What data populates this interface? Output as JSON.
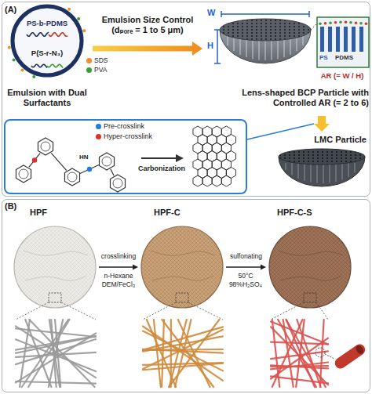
{
  "diagram": {
    "nodes": [
      {
        "text": [
          "PS-b-PDMS",
          "P(S-r-N₃)",
          "Emulsion with Dual Surfactants"
        ]
      },
      {
        "text": [
          "Lens-shaped BCP Particle with Controlled AR (= 2 to 6)"
        ]
      },
      {
        "text": [
          "Carbonization"
        ]
      },
      {
        "text": [
          "LMC Particle"
        ]
      },
      {
        "text": [
          "HPF"
        ]
      },
      {
        "text": [
          "HPF-C"
        ]
      },
      {
        "text": [
          "HPF-C-S"
        ]
      }
    ],
    "edges": [
      {
        "from": 0,
        "to": 1,
        "arrow": "to",
        "label": "Emulsion Size Control (dₚₒᵣₑ = 1 to 5 μm)"
      },
      {
        "from": 1,
        "to": 3,
        "arrow": "to"
      },
      {
        "from": 4,
        "to": 5,
        "arrow": "to",
        "label": "crosslinking"
      },
      {
        "from": 5,
        "to": 6,
        "arrow": "to",
        "label": "sulfonating"
      }
    ],
    "labels": [
      "(A)",
      "W",
      "H",
      "PS",
      "PDMS",
      "AR (= W / H)",
      "HN",
      "(B)",
      "n-Hexane",
      "DEM/FeCl₃",
      "50°C",
      "98%H₂SO₄"
    ],
    "legend": [
      {
        "text": "SDS",
        "color": "#f28c28"
      },
      {
        "text": "PVA",
        "color": "#3a9d3a"
      },
      {
        "text": "Pre-crosslink",
        "color": "#1e7be0"
      },
      {
        "text": "Hyper-crosslink",
        "color": "#e0302a"
      }
    ]
  }
}
